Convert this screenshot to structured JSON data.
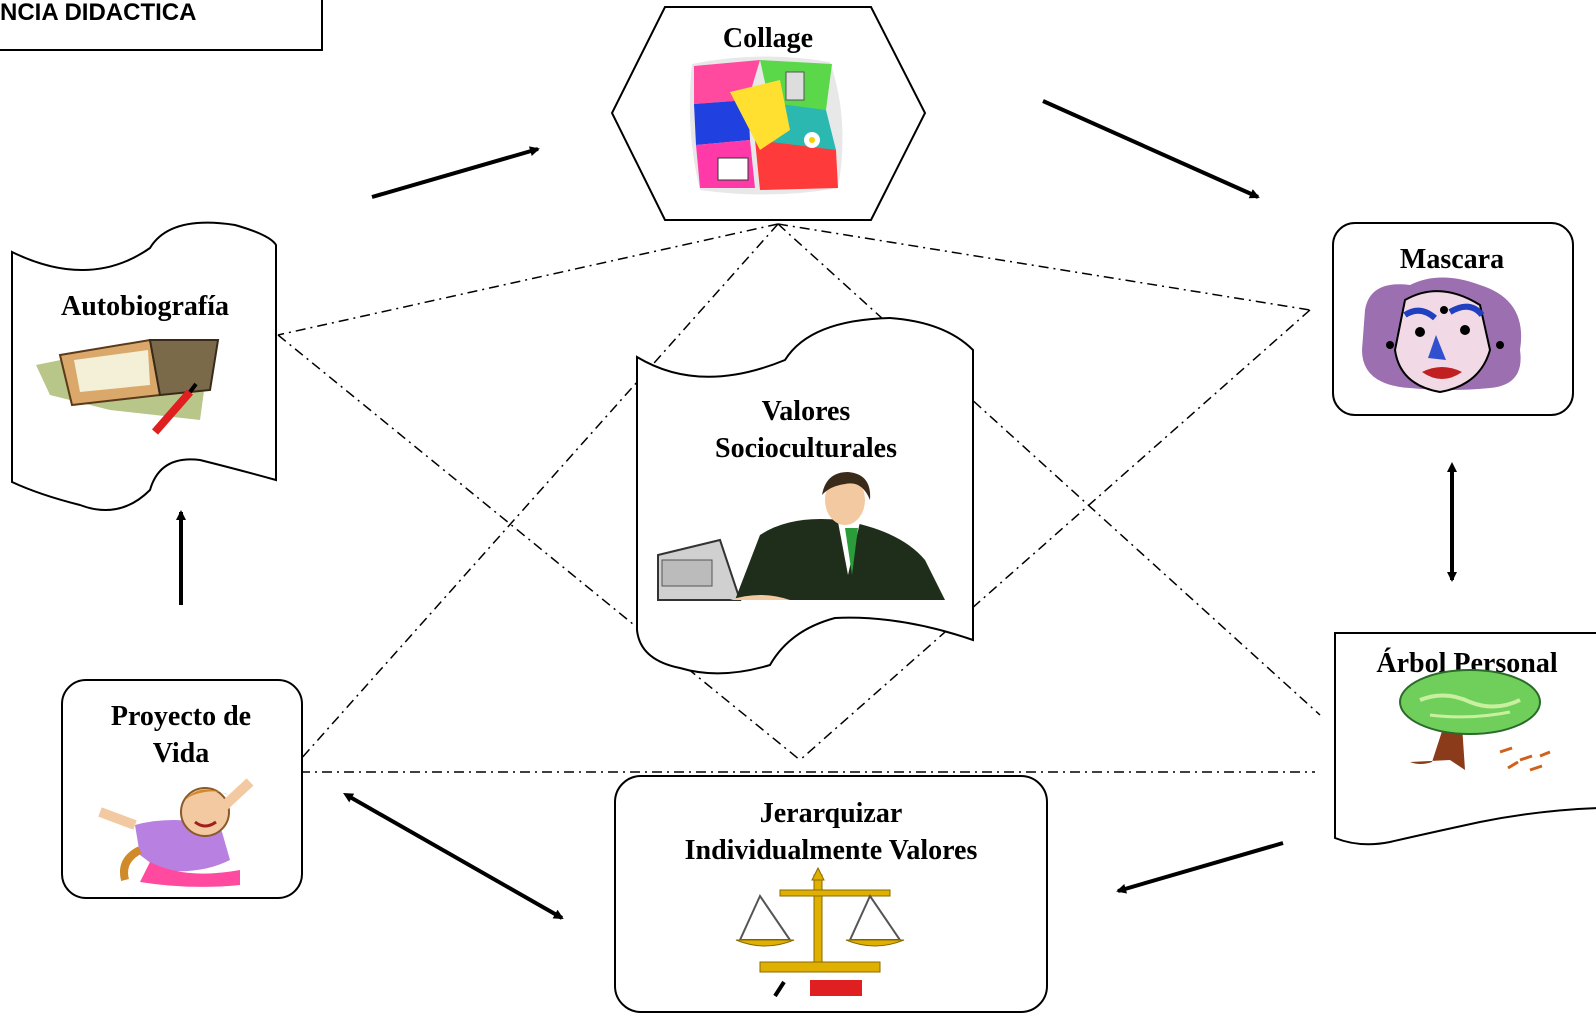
{
  "header": {
    "label": "NCIA DIDACTICA"
  },
  "nodes": {
    "collage": {
      "title": "Collage"
    },
    "mascara": {
      "title": "Mascara"
    },
    "autobiografia": {
      "title": "Autobiografía"
    },
    "valores": {
      "line1": "Valores",
      "line2": "Socioculturales"
    },
    "arbol": {
      "title": "Árbol Personal"
    },
    "proyecto": {
      "line1": "Proyecto de",
      "line2": "Vida"
    },
    "jerarquizar": {
      "line1": "Jerarquizar",
      "line2": "Individualmente Valores"
    }
  },
  "icons": {
    "collage": "food-collage-icon",
    "mascara": "mask-icon",
    "autobiografia": "book-pencil-icon",
    "valores": "businessman-computer-icon",
    "arbol": "tree-icon",
    "proyecto": "jumping-child-icon",
    "jerarquizar": "balance-scale-icon"
  },
  "colors": {
    "mask_face": "#f2d9e6",
    "mask_bg": "#9c6fb0",
    "tree_green": "#6fcf5a",
    "tree_trunk": "#8b3a1a",
    "scale_gold": "#e0b000",
    "suit": "#1f2e1a",
    "tie": "#2a9d3a"
  }
}
